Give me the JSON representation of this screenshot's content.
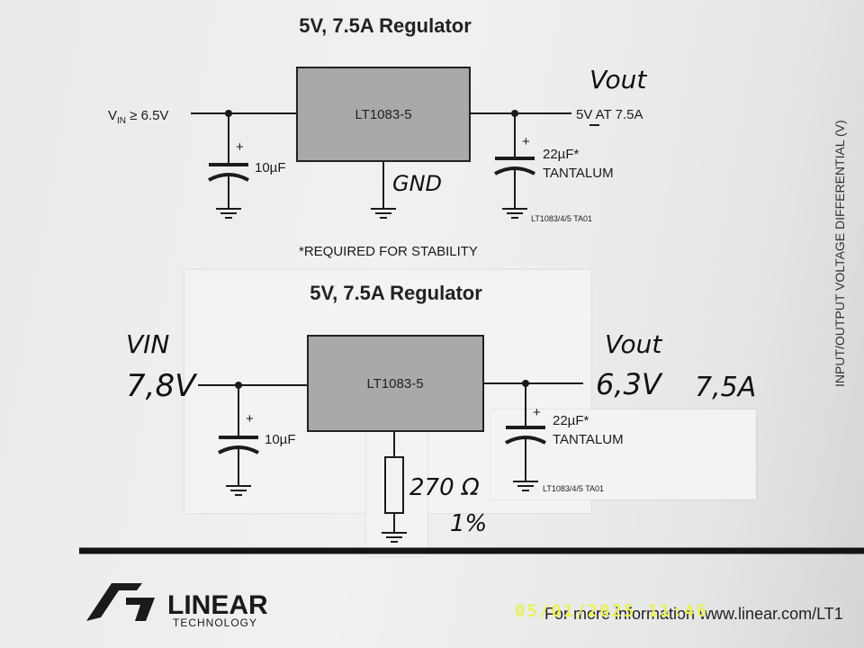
{
  "top": {
    "title": "5V, 7.5A Regulator",
    "vin": "V",
    "vin_sub": "IN",
    "vin_cond": " ≥ 6.5V",
    "chip": "LT1083-5",
    "cin": "10µF",
    "cout": "22µF*",
    "cout_type": "TANTALUM",
    "vout_out": "5V AT 7.5A",
    "hand_vout": "Vout",
    "hand_gnd": "GND",
    "code": "LT1083/4/5 TA01",
    "plus": "+",
    "footnote": "*REQUIRED FOR STABILITY"
  },
  "bottom": {
    "title": "5V, 7.5A Regulator",
    "chip": "LT1083-5",
    "cin": "10µF",
    "cout": "22µF*",
    "cout_type": "TANTALUM",
    "code": "LT1083/4/5 TA01",
    "plus": "+",
    "hand_vin": "VIN",
    "hand_vin_val": "7,8V",
    "hand_vout": "Vout",
    "hand_vout_val": "6,3V",
    "hand_current": "7,5A",
    "hand_res": "270 Ω",
    "hand_tol": "1%"
  },
  "side_axis_label": "INPUT/OUTPUT VOLTAGE DIFFERENTIAL (V)",
  "footer": {
    "logo_main": "LINEAR",
    "logo_sub": "TECHNOLOGY",
    "info_text": "For more information www.linear.com/LT1",
    "date_stamp": "05/01/2025 11:46"
  }
}
